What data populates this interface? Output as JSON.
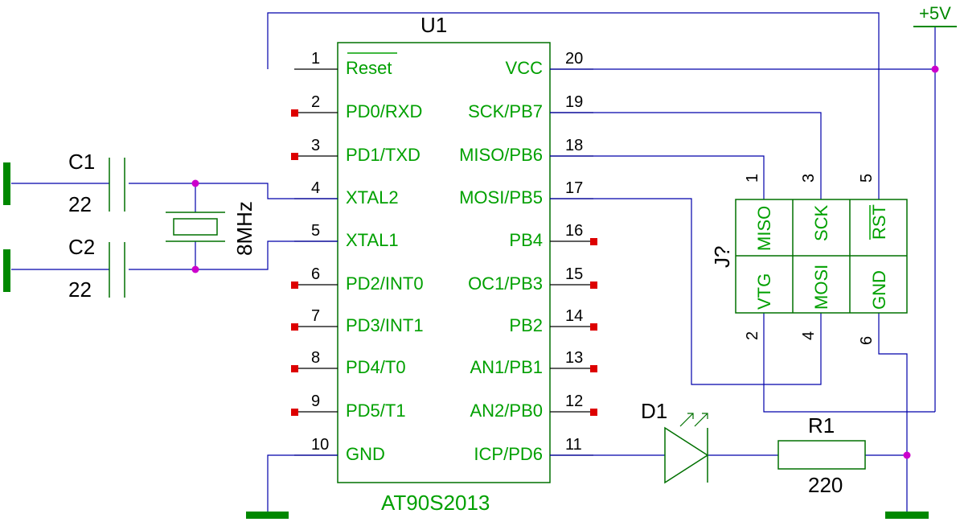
{
  "colors": {
    "wire": "#0000aa",
    "outline": "#007000",
    "pin_text": "#00a000",
    "number_text": "#000000",
    "junction": "#cc00cc",
    "noconnect": "#dd0000",
    "supply": "#008800"
  },
  "u1": {
    "ref": "U1",
    "part": "AT90S2013",
    "pins_left": [
      {
        "num": "1",
        "name": "Reset"
      },
      {
        "num": "2",
        "name": "PD0/RXD"
      },
      {
        "num": "3",
        "name": "PD1/TXD"
      },
      {
        "num": "4",
        "name": "XTAL2"
      },
      {
        "num": "5",
        "name": "XTAL1"
      },
      {
        "num": "6",
        "name": "PD2/INT0"
      },
      {
        "num": "7",
        "name": "PD3/INT1"
      },
      {
        "num": "8",
        "name": "PD4/T0"
      },
      {
        "num": "9",
        "name": "PD5/T1"
      },
      {
        "num": "10",
        "name": "GND"
      }
    ],
    "pins_right": [
      {
        "num": "20",
        "name": "VCC"
      },
      {
        "num": "19",
        "name": "SCK/PB7"
      },
      {
        "num": "18",
        "name": "MISO/PB6"
      },
      {
        "num": "17",
        "name": "MOSI/PB5"
      },
      {
        "num": "16",
        "name": "PB4"
      },
      {
        "num": "15",
        "name": "OC1/PB3"
      },
      {
        "num": "14",
        "name": "PB2"
      },
      {
        "num": "13",
        "name": "AN1/PB1"
      },
      {
        "num": "12",
        "name": "AN2/PB0"
      },
      {
        "num": "11",
        "name": "ICP/PD6"
      }
    ]
  },
  "c1": {
    "ref": "C1",
    "value": "22"
  },
  "c2": {
    "ref": "C2",
    "value": "22"
  },
  "crystal": {
    "value": "8MHz"
  },
  "d1": {
    "ref": "D1"
  },
  "r1": {
    "ref": "R1",
    "value": "220"
  },
  "supply": {
    "label": "+5V"
  },
  "j": {
    "ref": "J?",
    "top_pins": [
      {
        "num": "1",
        "name": "MISO",
        "overline": false
      },
      {
        "num": "3",
        "name": "SCK",
        "overline": false
      },
      {
        "num": "5",
        "name": "RST",
        "overline": true
      }
    ],
    "bottom_pins": [
      {
        "num": "2",
        "name": "VTG"
      },
      {
        "num": "4",
        "name": "MOSI"
      },
      {
        "num": "6",
        "name": "GND"
      }
    ]
  }
}
